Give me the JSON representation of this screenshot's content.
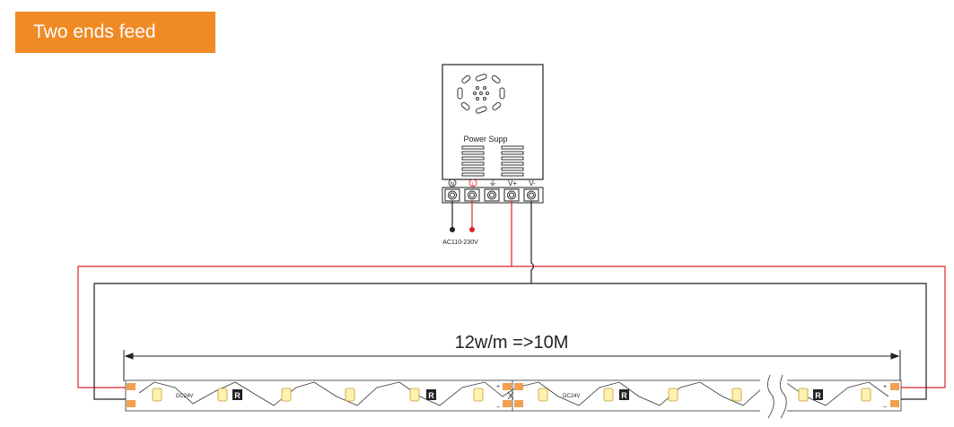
{
  "header": {
    "title": "Two ends feed"
  },
  "power_supply": {
    "label": "Power Supp",
    "terminals": [
      "N",
      "L",
      "⏚",
      "V+",
      "V-"
    ],
    "input_label": "AC110-230V"
  },
  "strip": {
    "dimension_label": "12w/m =>10M",
    "voltage_label": "DC24V",
    "resistor_symbol": "R",
    "plus": "+",
    "minus": "−"
  },
  "colors": {
    "badge": "#f08a24",
    "positive_wire": "#e0202a",
    "negative_wire": "#222222",
    "led": "#fdf3b0",
    "pad": "#f0a050"
  }
}
